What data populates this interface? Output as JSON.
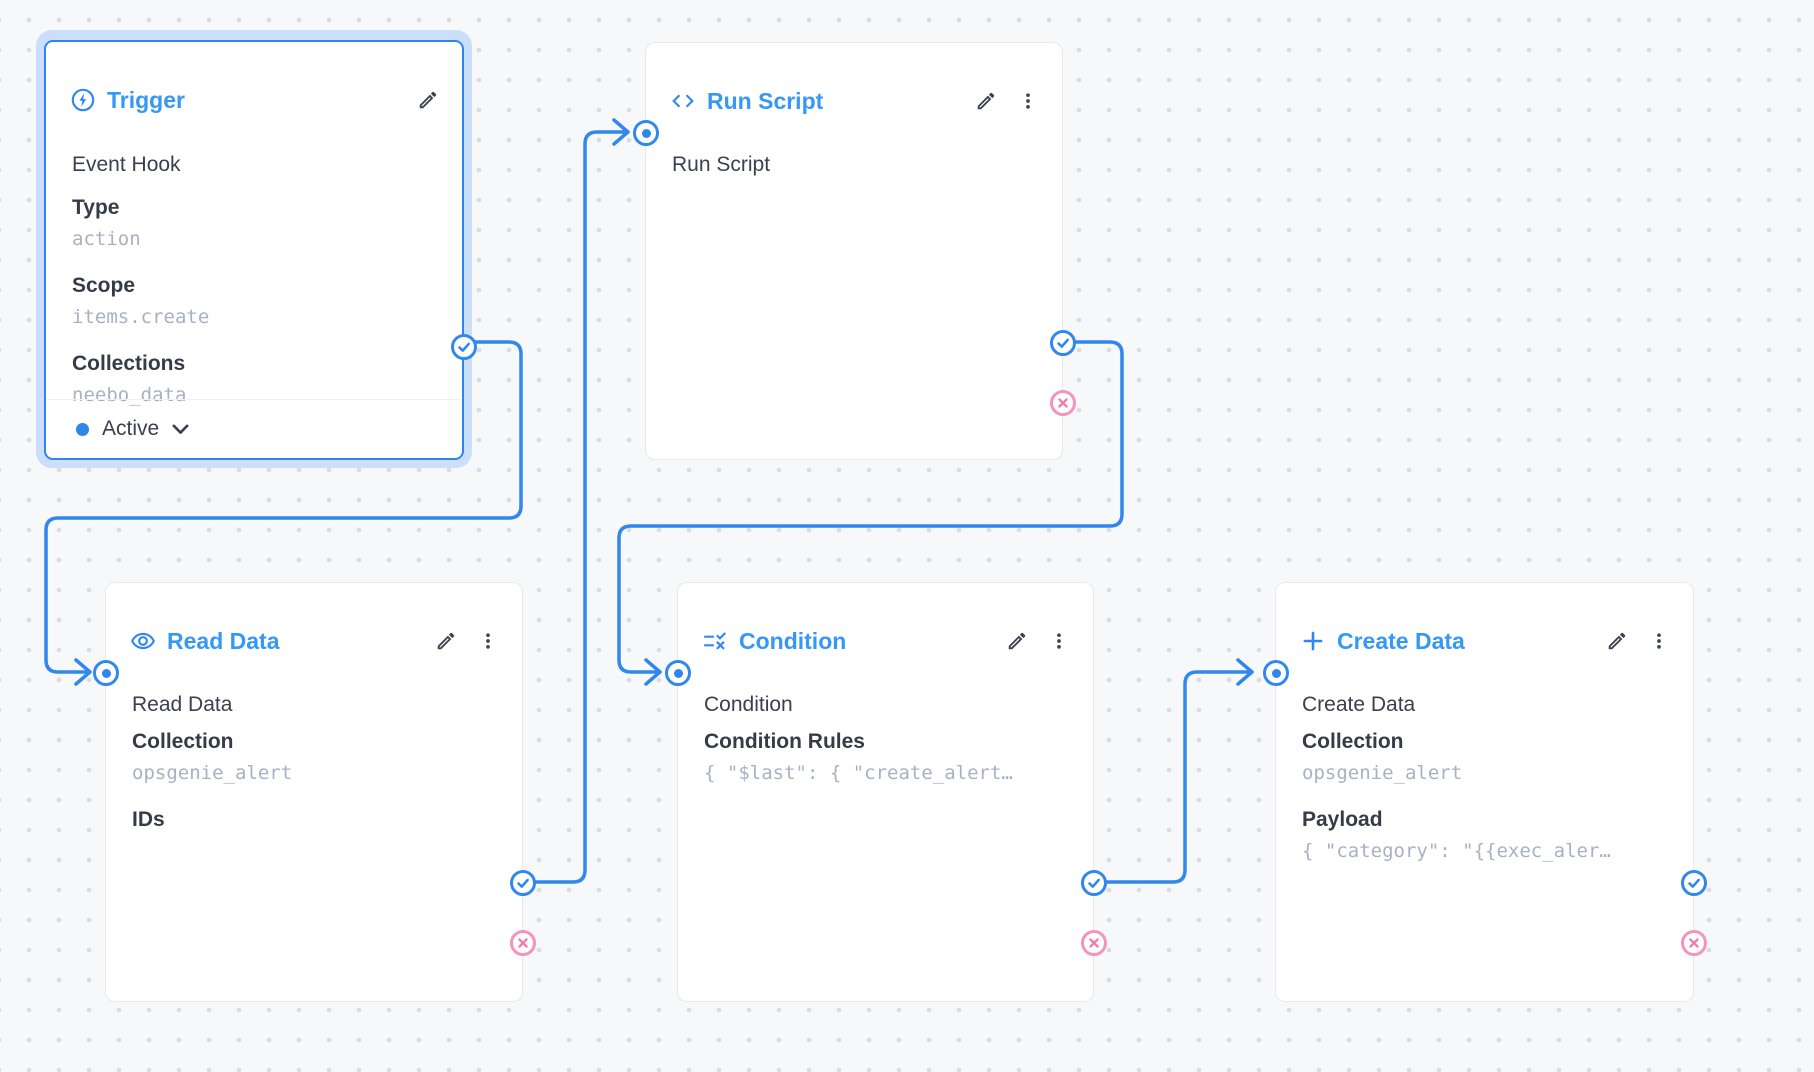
{
  "app": {
    "view": "flow-editor-canvas"
  },
  "colors": {
    "accent_blue": "#3287ee",
    "title_blue": "#3598f5",
    "reject_pink": "#f493bd",
    "text_dark": "#3a414e",
    "mono_value": "#a8b1c4",
    "canvas_bg": "#f7f8fa",
    "grid_dot": "#d9dce3",
    "selection_halo": "#cbdffa"
  },
  "icons": {
    "trigger": "bolt-circle-icon",
    "run_script": "code-icon",
    "read_data": "eye-icon",
    "condition": "rule-icon",
    "create_data": "plus-icon",
    "edit": "pencil-icon",
    "menu": "kebab-menu-icon",
    "resolve": "check-circle-icon",
    "reject": "x-circle-icon",
    "input": "dot-circle-icon",
    "status": "chevron-down-icon"
  },
  "nodes": {
    "trigger": {
      "title": "Trigger",
      "subtitle": "Event Hook",
      "fields": [
        {
          "label": "Type",
          "value": "action"
        },
        {
          "label": "Scope",
          "value": "items.create"
        },
        {
          "label": "Collections",
          "value": "neebo_data"
        }
      ],
      "status": {
        "label": "Active"
      }
    },
    "run_script": {
      "title": "Run Script",
      "input_label": "Run Script"
    },
    "read_data": {
      "title": "Read Data",
      "input_label": "Read Data",
      "fields": [
        {
          "label": "Collection",
          "value": "opsgenie_alert"
        },
        {
          "label": "IDs",
          "value": ""
        }
      ]
    },
    "condition": {
      "title": "Condition",
      "input_label": "Condition",
      "fields": [
        {
          "label": "Condition Rules",
          "value": "{ \"$last\": { \"create_alert…"
        }
      ]
    },
    "create_data": {
      "title": "Create Data",
      "input_label": "Create Data",
      "fields": [
        {
          "label": "Collection",
          "value": "opsgenie_alert"
        },
        {
          "label": "Payload",
          "value": "{ \"category\": \"{{exec_aler…"
        }
      ]
    }
  },
  "connections": [
    {
      "from": "trigger.resolve",
      "to": "read_data.input"
    },
    {
      "from": "read_data.resolve",
      "to": "run_script.input"
    },
    {
      "from": "run_script.resolve",
      "to": "condition.input"
    },
    {
      "from": "condition.resolve",
      "to": "create_data.input"
    }
  ]
}
